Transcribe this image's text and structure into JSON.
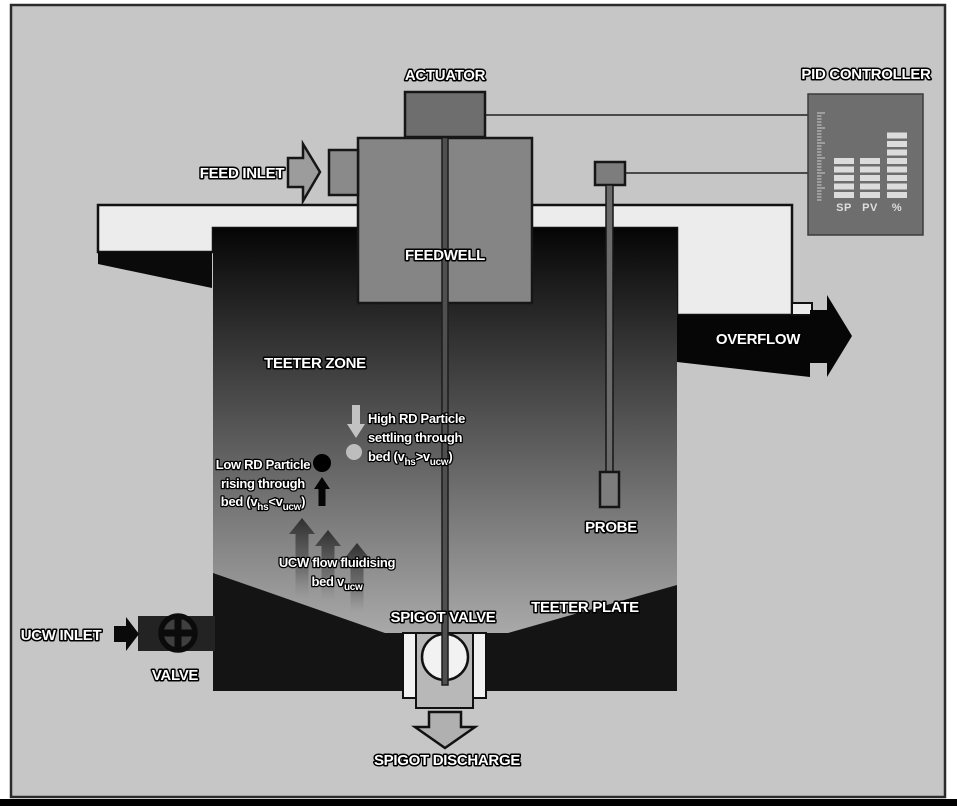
{
  "diagram": {
    "labels": {
      "actuator": "ACTUATOR",
      "pid_controller": "PID CONTROLLER",
      "feed_inlet": "FEED INLET",
      "feedwell": "FEEDWELL",
      "teeter_zone": "TEETER ZONE",
      "overflow": "OVERFLOW",
      "probe": "PROBE",
      "teeter_plate": "TEETER PLATE",
      "spigot_valve": "SPIGOT VALVE",
      "ucw_inlet": "UCW INLET",
      "valve": "VALVE",
      "spigot_discharge": "SPIGOT DISCHARGE"
    },
    "annotations": {
      "high_rd": {
        "line1": "High RD Particle",
        "line2": "settling through",
        "line3": {
          "pre": "bed (v",
          "sub1": "hs",
          "mid": ">v",
          "sub2": "ucw",
          "post": ")"
        }
      },
      "low_rd": {
        "line1": "Low RD Particle",
        "line2": "rising through",
        "line3": {
          "pre": "bed (v",
          "sub1": "hs",
          "mid": "<v",
          "sub2": "ucw",
          "post": ")"
        }
      },
      "ucw_flow": {
        "line1": "UCW flow fluidising",
        "line2": {
          "pre": "bed v",
          "sub": "ucw"
        }
      }
    },
    "pid_controller_display": {
      "bar_labels": [
        "SP",
        "PV",
        "%"
      ],
      "bar_segments": [
        5,
        5,
        8
      ],
      "ruler_tick_count": 30
    },
    "colors": {
      "background": "#c6c6c6",
      "frame": "#2b2b2b",
      "tank_top": "#050505",
      "tank_bottom": "#a9a9a9",
      "tank_shell": "#141414",
      "launder": "#ececec",
      "feedwell": "#858585",
      "actuator": "#6e6e6e",
      "feed_pipe": "#8a8a8a",
      "probe": "#7d7d7d",
      "pid_box": "#6e6e6e",
      "pid_segment": "#dcdcdc",
      "overflow_black": "#060606",
      "label_text": "#ffffff"
    }
  }
}
